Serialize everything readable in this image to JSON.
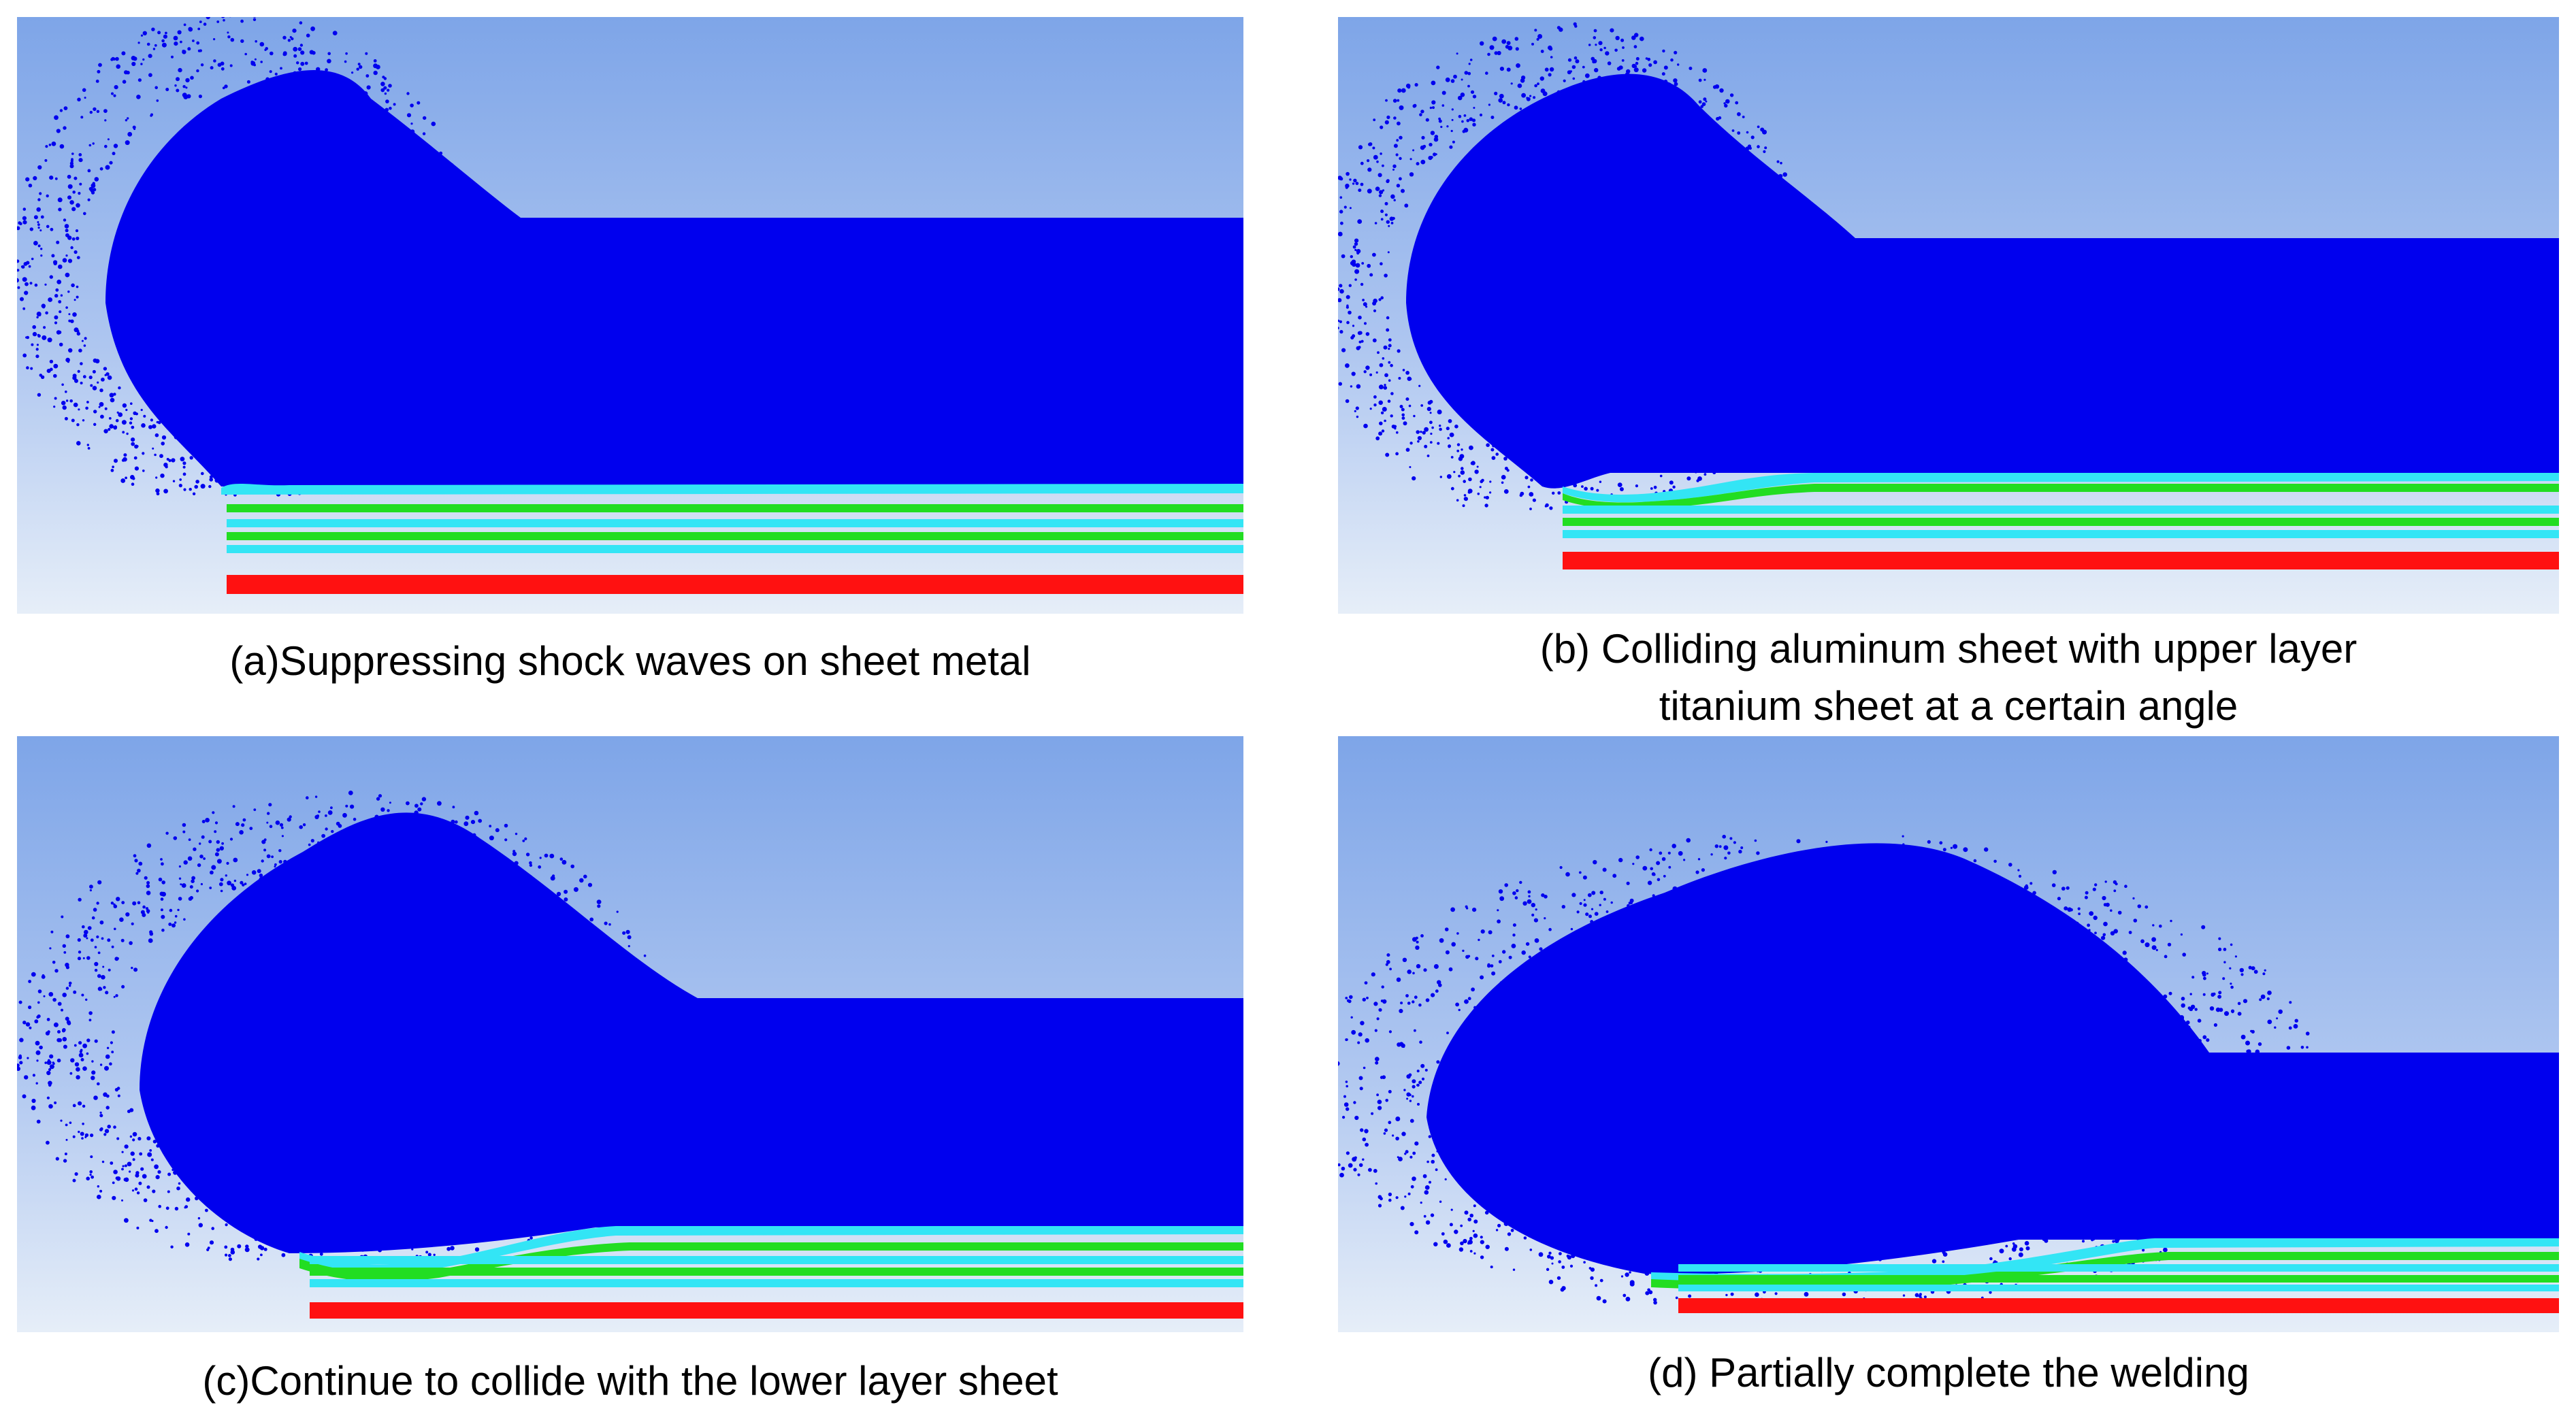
{
  "colors": {
    "background_top": "#7da4e8",
    "background_bottom": "#e6eef8",
    "explosive": "#0000ee",
    "flyer_cyan": "#33e5f5",
    "layer_green": "#22dd22",
    "base_red": "#ff1111"
  },
  "panels": [
    {
      "id": "a",
      "stage": "shock-wave-suppression",
      "caption_lines": [
        "(a)Suppressing shock waves on sheet metal"
      ]
    },
    {
      "id": "b",
      "stage": "angled-collision-upper-sheet",
      "caption_lines": [
        "(b) Colliding aluminum sheet with upper layer",
        "titanium sheet at a certain angle"
      ]
    },
    {
      "id": "c",
      "stage": "collision-lower-sheet",
      "caption_lines": [
        "(c)Continue to collide with the lower layer sheet"
      ]
    },
    {
      "id": "d",
      "stage": "partial-weld",
      "caption_lines": [
        "(d) Partially complete the welding"
      ]
    }
  ]
}
